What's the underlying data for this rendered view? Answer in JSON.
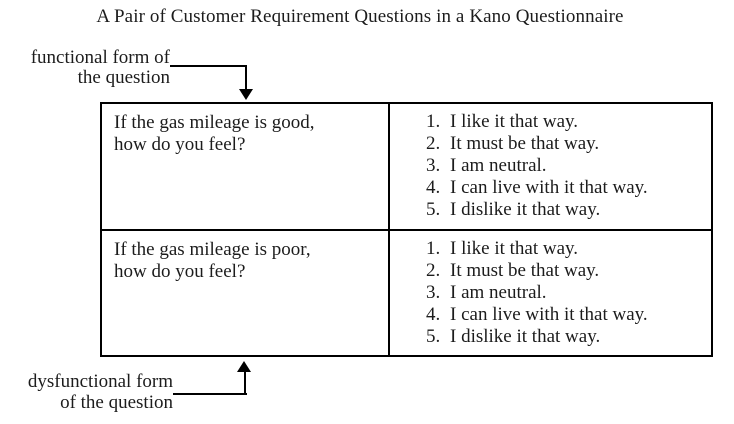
{
  "title": "A Pair of Customer Requirement Questions in a Kano Questionnaire",
  "annotations": {
    "functional": {
      "line1": "functional form of",
      "line2": "the question"
    },
    "dysfunctional": {
      "line1": "dysfunctional form",
      "line2": "of the question"
    }
  },
  "table": {
    "rows": [
      {
        "question_line1": "If the gas mileage is good,",
        "question_line2": "how do you feel?",
        "options": [
          {
            "num": "1.",
            "text": "I like it that way."
          },
          {
            "num": "2.",
            "text": "It must be that way."
          },
          {
            "num": "3.",
            "text": "I am neutral."
          },
          {
            "num": "4.",
            "text": "I can live with it that way."
          },
          {
            "num": "5.",
            "text": "I dislike it that way."
          }
        ]
      },
      {
        "question_line1": "If the gas mileage is poor,",
        "question_line2": "how do you feel?",
        "options": [
          {
            "num": "1.",
            "text": "I like it that way."
          },
          {
            "num": "2.",
            "text": "It must be that way."
          },
          {
            "num": "3.",
            "text": "I am neutral."
          },
          {
            "num": "4.",
            "text": "I can live with it that way."
          },
          {
            "num": "5.",
            "text": "I dislike it that way."
          }
        ]
      }
    ]
  },
  "colors": {
    "text": "#1c1c1c",
    "line": "#000000",
    "background": "#ffffff"
  }
}
